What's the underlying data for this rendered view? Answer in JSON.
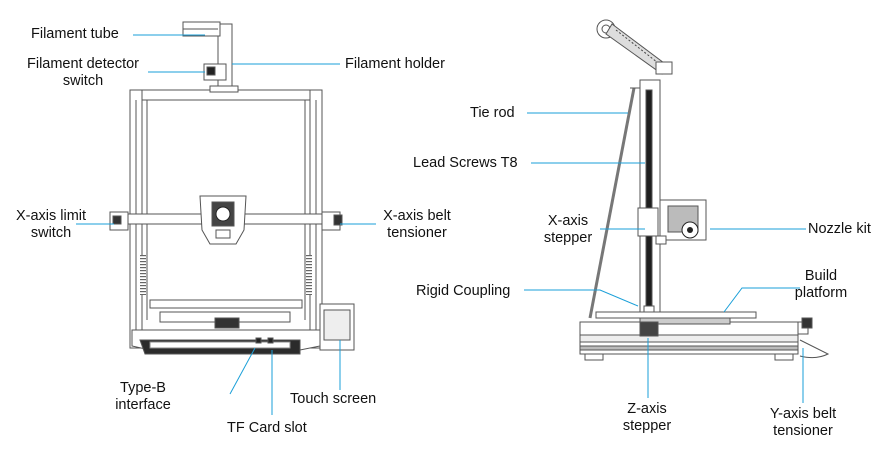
{
  "labels": {
    "filament_tube": "Filament tube",
    "filament_detector_1": "Filament detector",
    "filament_detector_2": "switch",
    "filament_holder": "Filament holder",
    "x_limit_1": "X-axis limit",
    "x_limit_2": "switch",
    "x_belt_1": "X-axis belt",
    "x_belt_2": "tensioner",
    "type_b_1": "Type-B",
    "type_b_2": "interface",
    "tf_card": "TF Card slot",
    "touch_screen": "Touch screen",
    "tie_rod": "Tie rod",
    "lead_screws": "Lead Screws T8",
    "x_stepper_1": "X-axis",
    "x_stepper_2": "stepper",
    "nozzle_kit": "Nozzle kit",
    "build_platform_1": "Build",
    "build_platform_2": "platform",
    "rigid_coupling": "Rigid Coupling",
    "z_stepper_1": "Z-axis",
    "z_stepper_2": "stepper",
    "y_belt_1": "Y-axis belt",
    "y_belt_2": "tensioner"
  },
  "colors": {
    "leader_line": "#1a9fd8",
    "frame_stroke": "#555555",
    "dark_part": "#2b2b2b",
    "light_fill": "#f2f2f2"
  }
}
